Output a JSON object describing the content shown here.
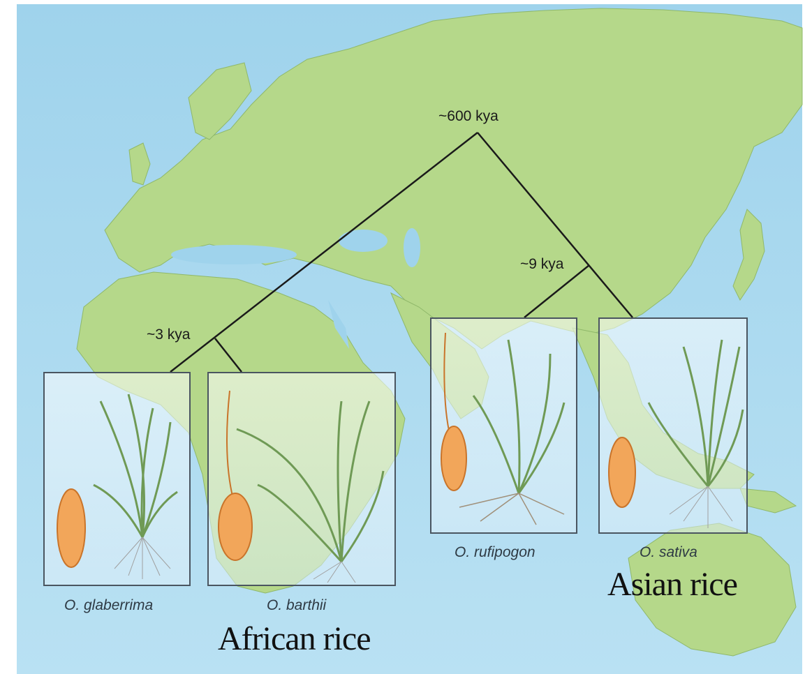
{
  "tree": {
    "root_label": "~600 kya",
    "african_split_label": "~3 kya",
    "asian_split_label": "~9 kya"
  },
  "species": [
    {
      "id": "glaberrima",
      "name": "O. glaberrima"
    },
    {
      "id": "barthii",
      "name": "O. barthii"
    },
    {
      "id": "rufipogon",
      "name": "O. rufipogon"
    },
    {
      "id": "sativa",
      "name": "O. sativa"
    }
  ],
  "groups": {
    "african": "African rice",
    "asian": "Asian rice"
  },
  "colors": {
    "ocean": "#a8d8ee",
    "land": "#b5d88a",
    "grain": "#f2a65a",
    "stem": "#6f9a55"
  }
}
